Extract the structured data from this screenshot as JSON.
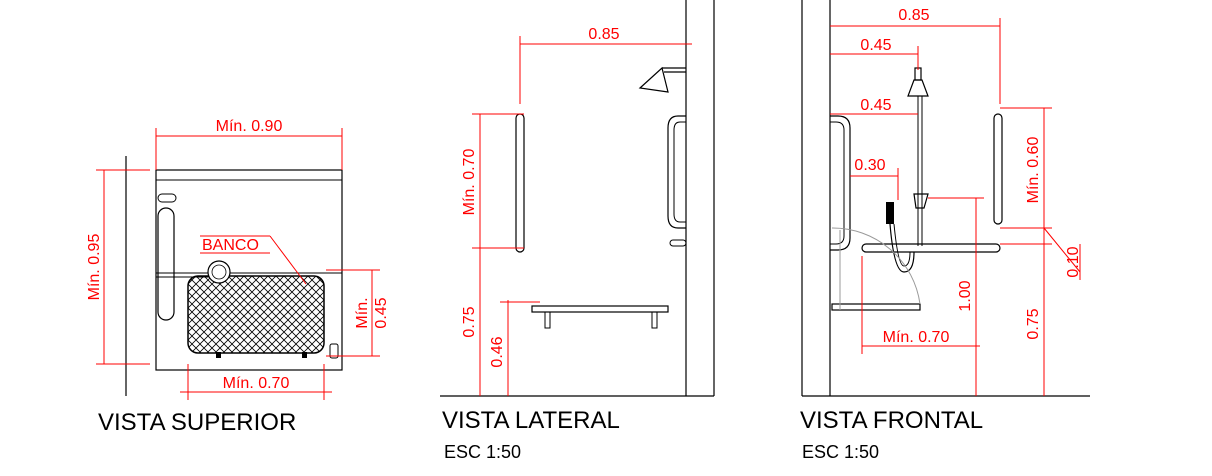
{
  "views": {
    "superior": {
      "title": "VISTA SUPERIOR",
      "dim_width": "Mín. 0.90",
      "dim_depth": "Mín. 0.95",
      "dim_seat_depth_top": "Mín.",
      "dim_seat_depth_bottom": "0.45",
      "dim_seat_width": "Mín. 0.70",
      "seat_label": "BANCO"
    },
    "lateral": {
      "title": "VISTA LATERAL",
      "subtitle": "ESC 1:50",
      "dim_shower_offset": "0.85",
      "dim_bar_height": "Mín. 0.70",
      "dim_bar_base": "0.75",
      "dim_seat_height": "0.46"
    },
    "frontal": {
      "title": "VISTA FRONTAL",
      "subtitle": "ESC 1:50",
      "dim_total": "0.85",
      "dim_head_1": "0.45",
      "dim_head_2": "0.45",
      "dim_handshower": "0.30",
      "dim_bar_height": "Mín. 0.60",
      "dim_bar_gap": "0.10",
      "dim_control_height": "1.00",
      "dim_seat_width": "Mín. 0.70",
      "dim_bar_base": "0.75"
    }
  },
  "colors": {
    "dimension": "#ff0000",
    "drawing": "#000000"
  }
}
